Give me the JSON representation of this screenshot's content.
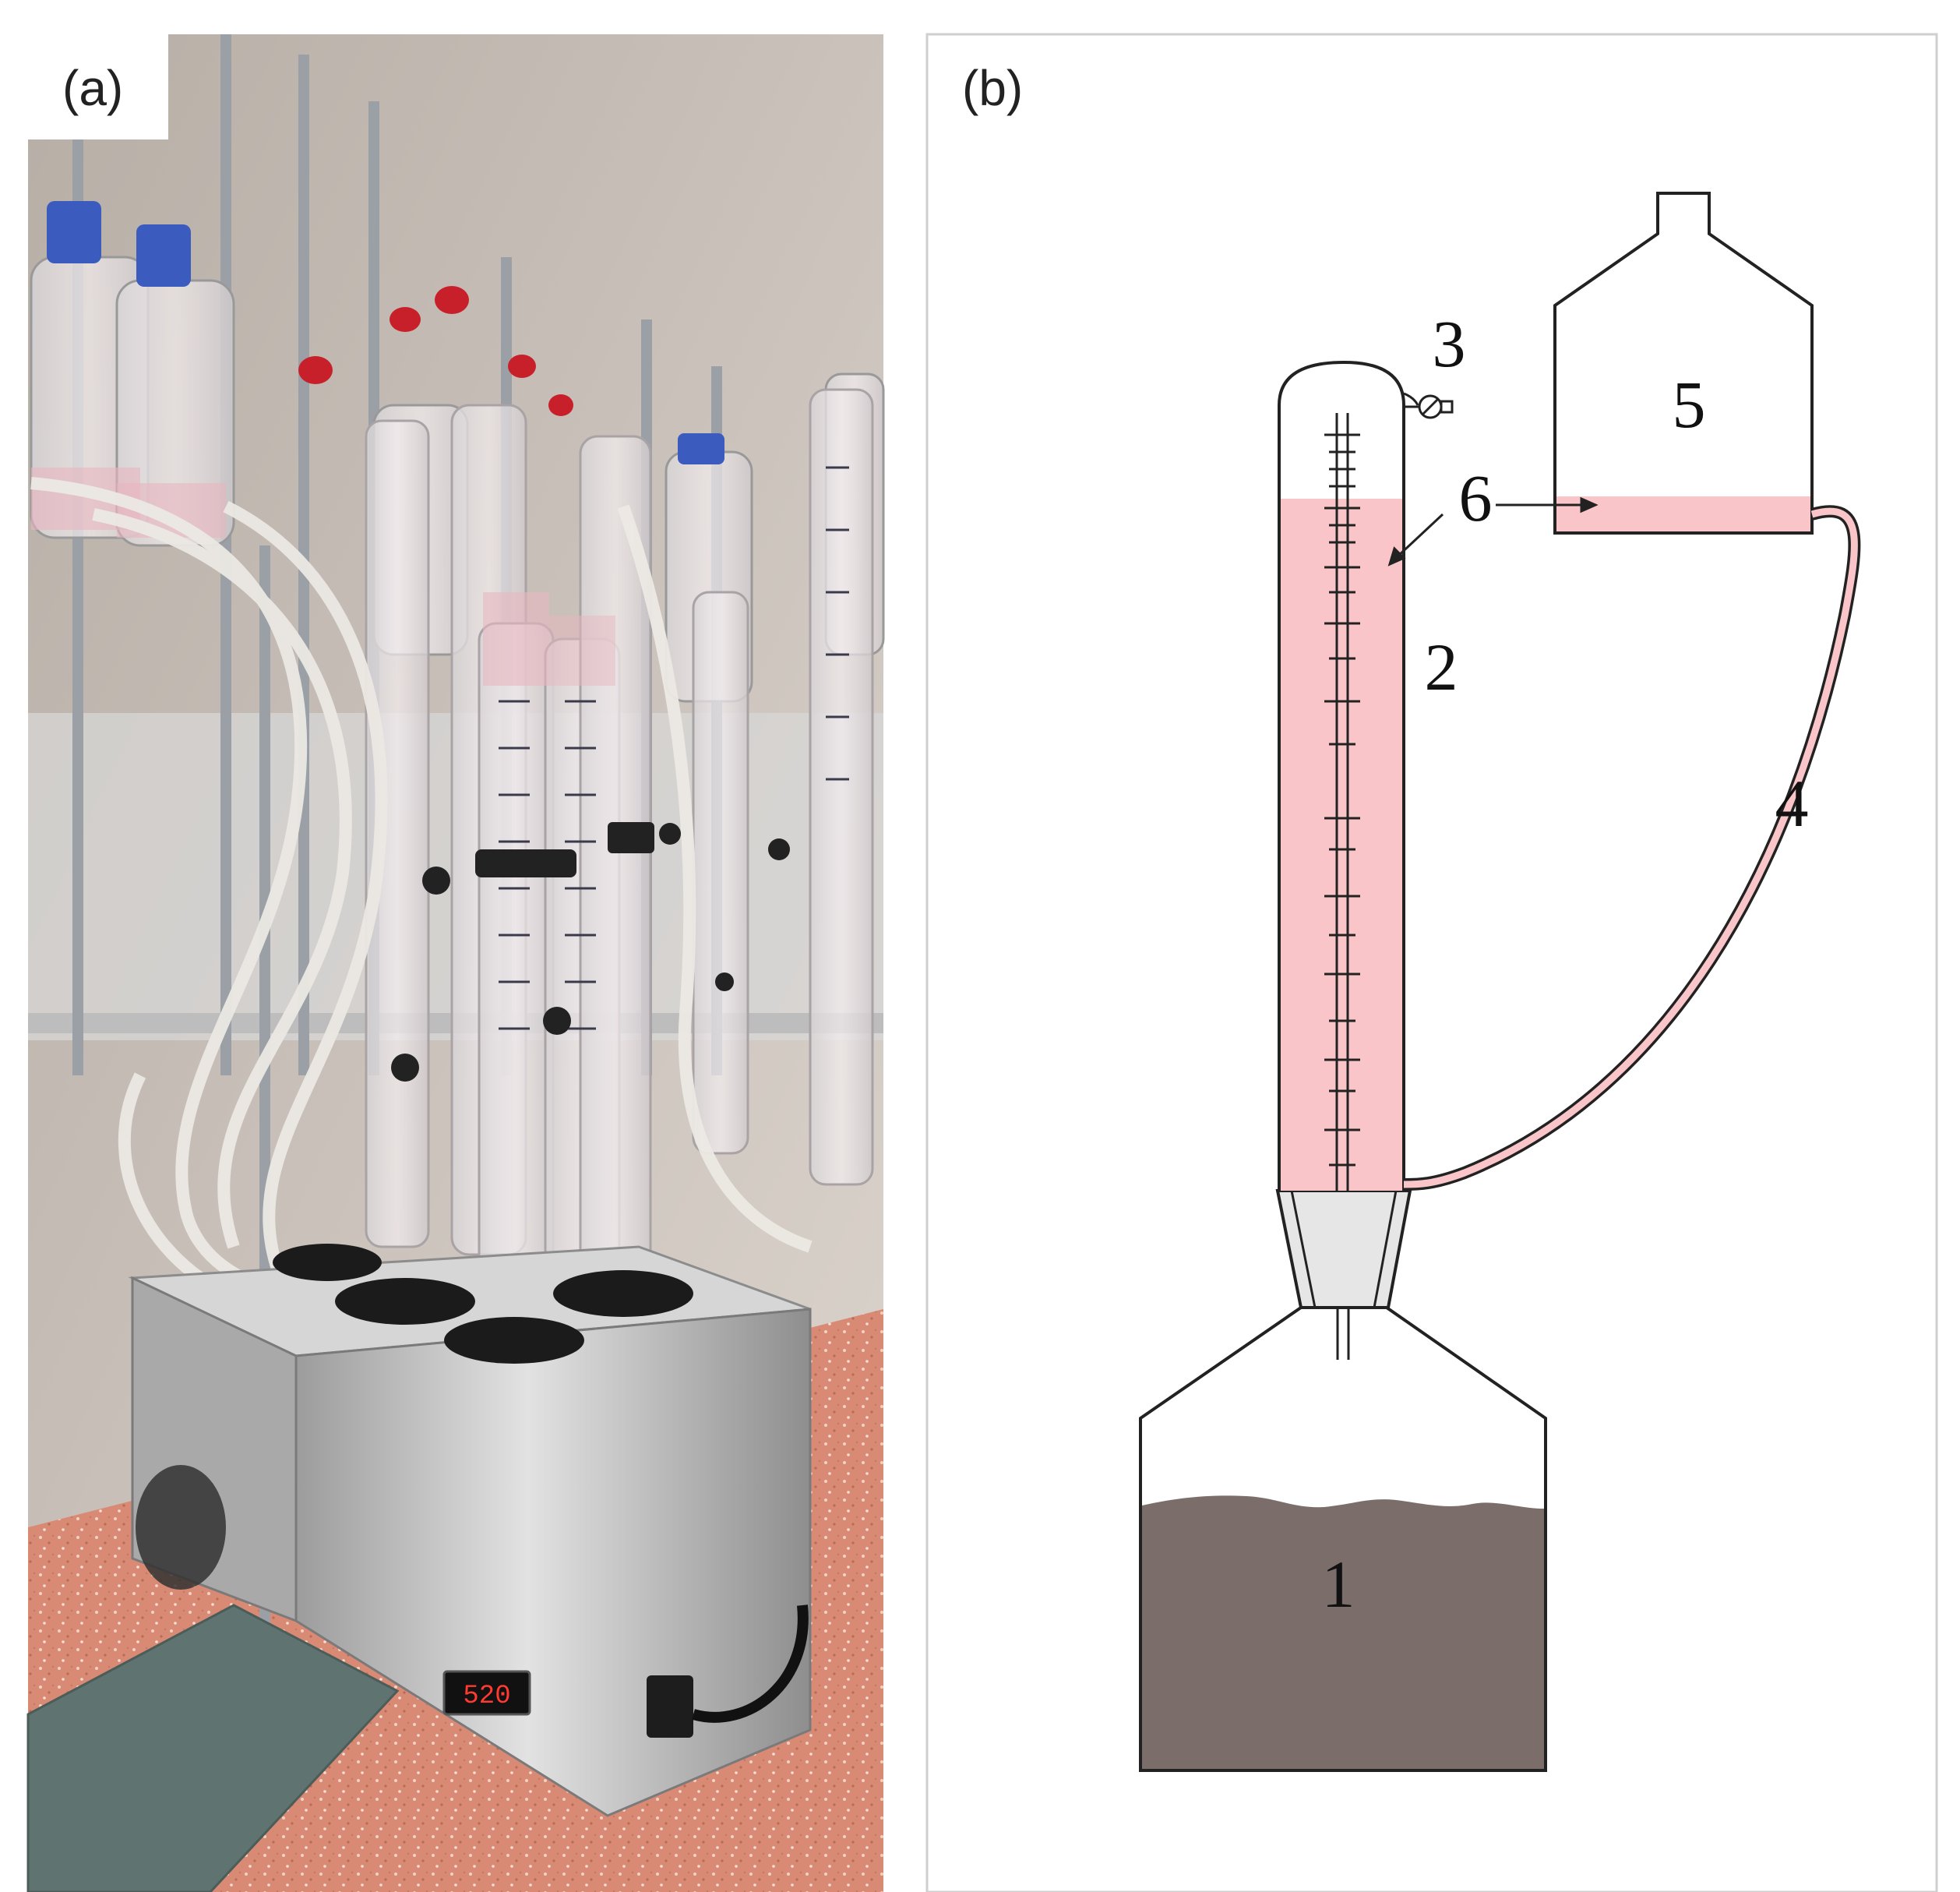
{
  "panels": {
    "a": {
      "label": "(a)",
      "display_text": "520"
    },
    "b": {
      "label": "(b)",
      "callouts": [
        "1",
        "2",
        "3",
        "4",
        "5",
        "6"
      ]
    }
  },
  "colors": {
    "liquid": "#f9c5c8",
    "soil": "#7b6e6a",
    "stopper": "#e6e6e6",
    "outline": "#222222",
    "steel": "#c9c9c9",
    "bench": "#d98a74",
    "wall": "#c7bfb7"
  }
}
